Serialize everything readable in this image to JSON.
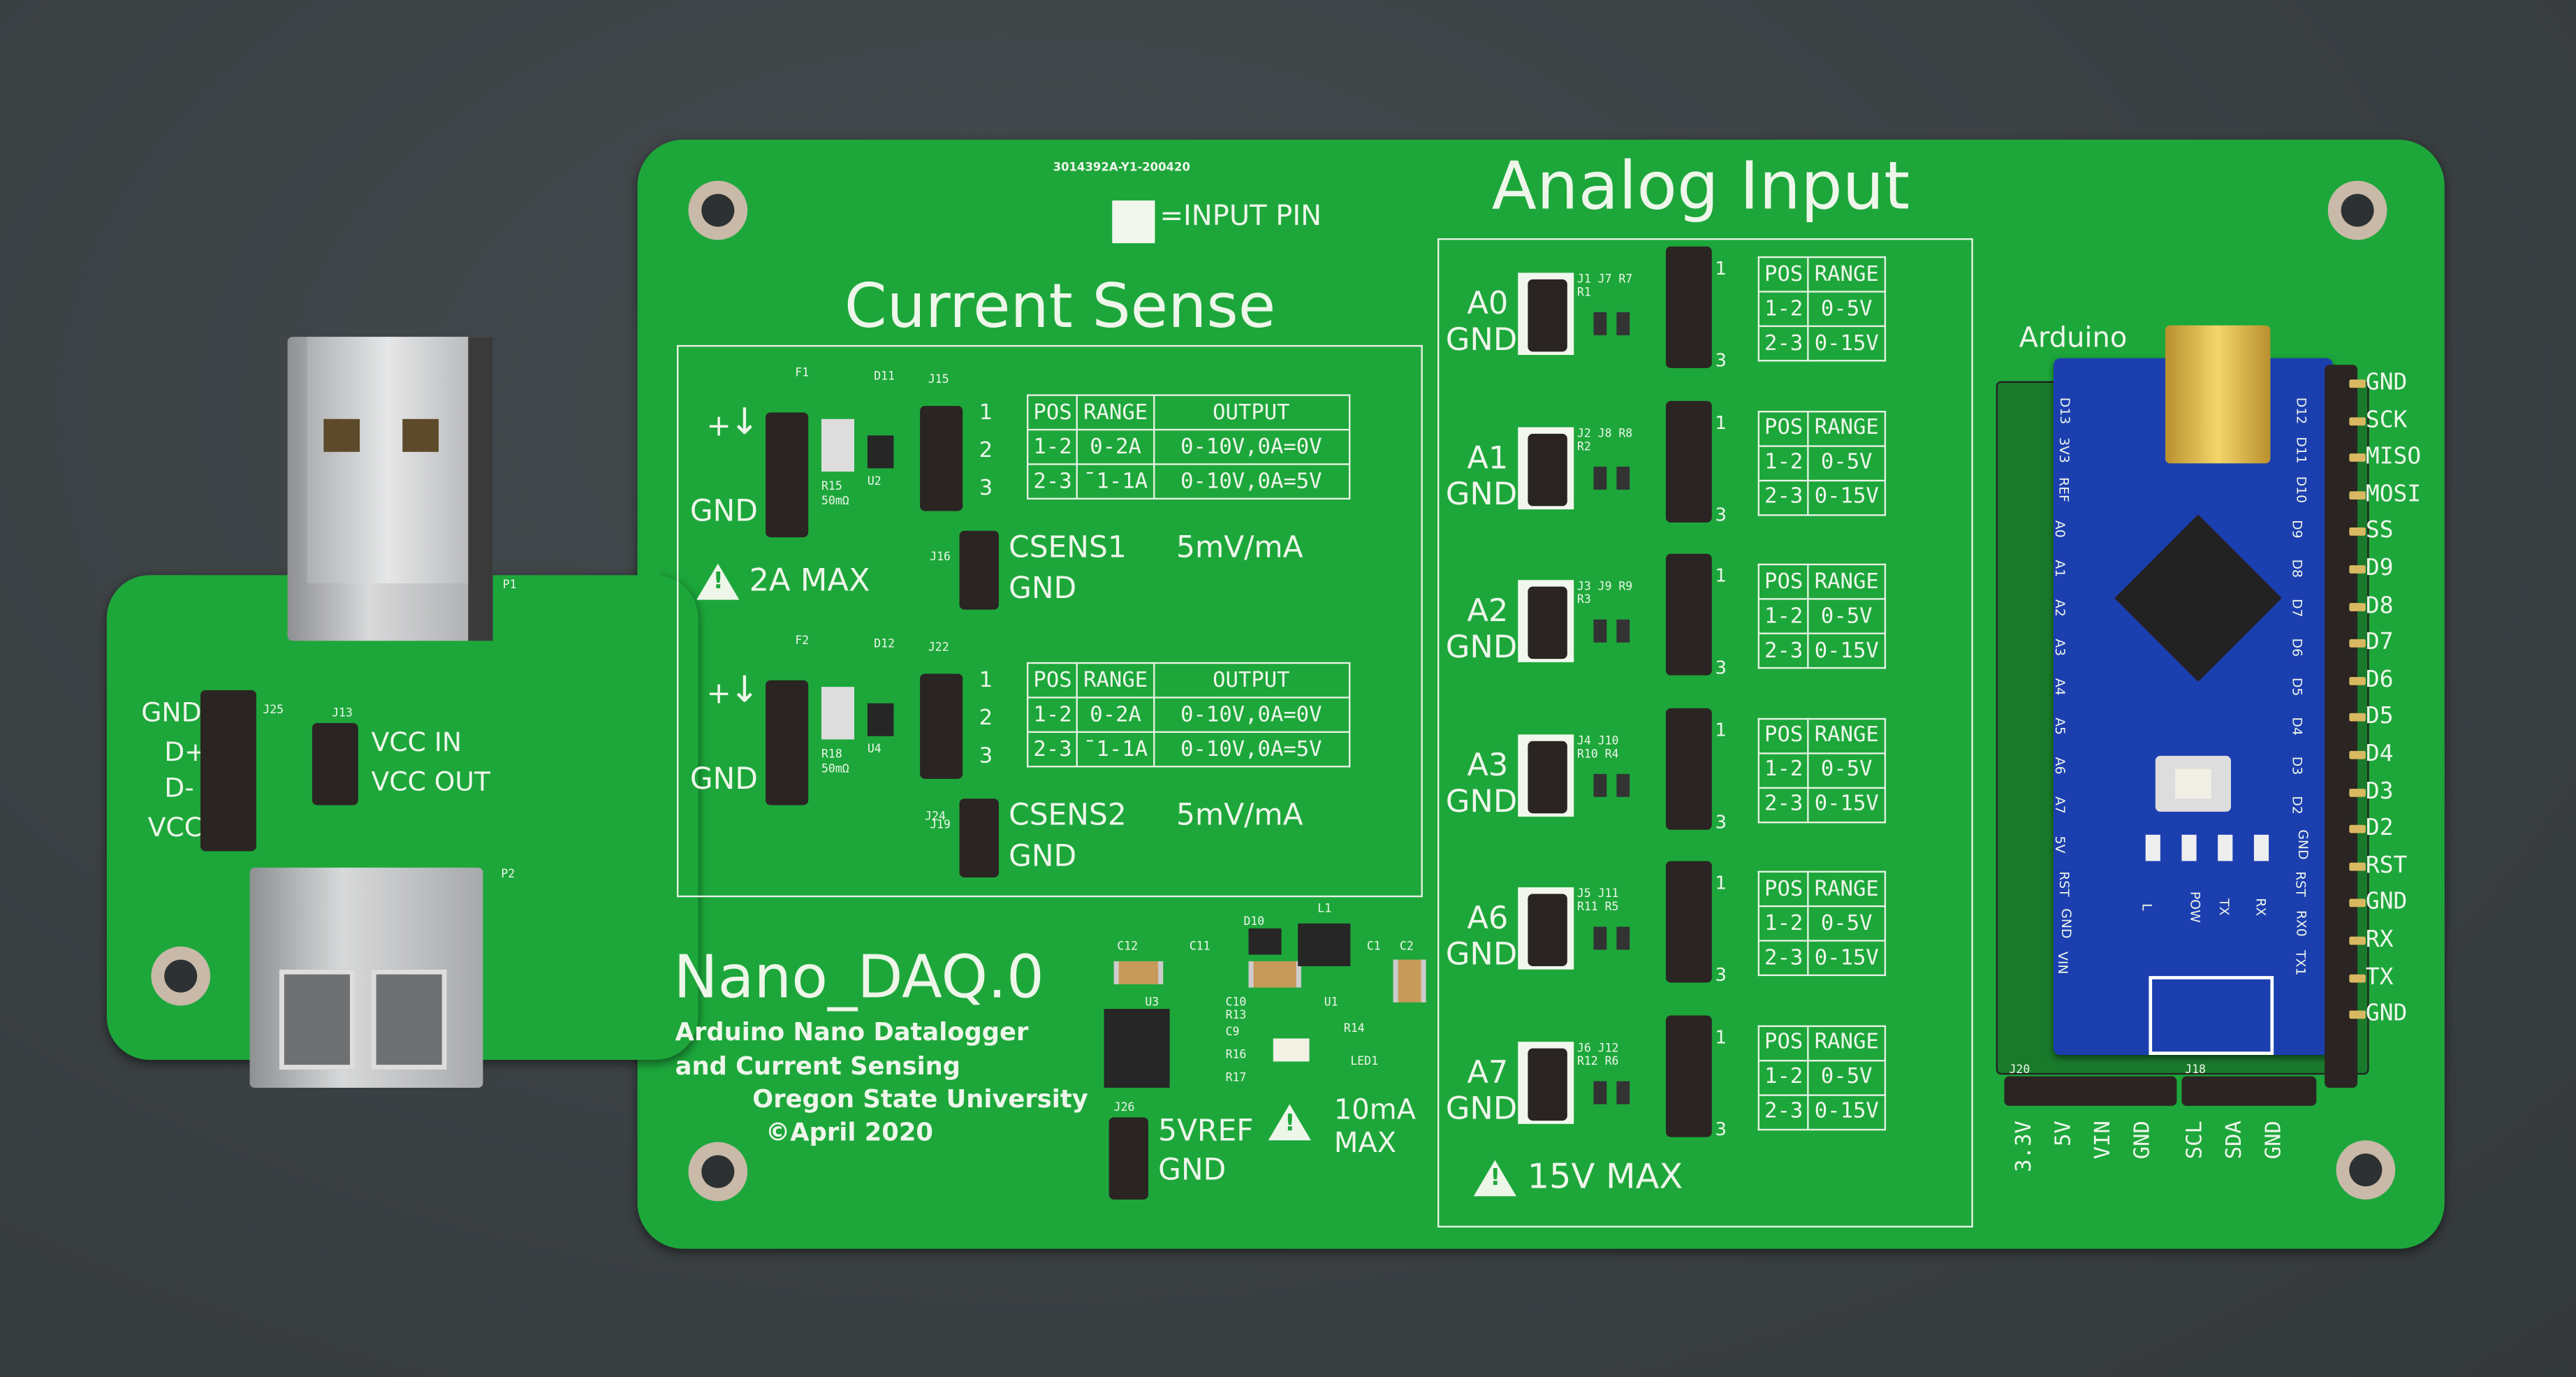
{
  "board": {
    "part_number": "3014392A-Y1-200420",
    "input_pin_legend": "=INPUT PIN",
    "name": "Nano_DAQ.0",
    "description_line1": "Arduino Nano Datalogger",
    "description_line2": "and Current Sensing",
    "institution": "Oregon State University",
    "date": "©April 2020"
  },
  "usb_header": {
    "pins": [
      "GND",
      "D+",
      "D-",
      "VCC"
    ],
    "ref": "J25",
    "vcc_ref": "J13",
    "vcc_in": "VCC IN",
    "vcc_out": "VCC OUT",
    "ref_p1": "P1",
    "ref_p2": "P2"
  },
  "current_sense": {
    "title": "Current Sense",
    "max_warning": "2A MAX",
    "channels": [
      {
        "plus": "+",
        "gnd": "GND",
        "out_label": "CSENS1",
        "scale": "5mV/mA",
        "out_gnd": "GND",
        "refs": [
          "F1",
          "D11",
          "J15",
          "R15",
          "50mΩ",
          "U2",
          "J16"
        ]
      },
      {
        "plus": "+",
        "gnd": "GND",
        "out_label": "CSENS2",
        "scale": "5mV/mA",
        "out_gnd": "GND",
        "refs": [
          "F2",
          "D12",
          "J22",
          "R18",
          "50mΩ",
          "U4",
          "J19",
          "J24"
        ]
      }
    ],
    "jumper_numbers": [
      "1",
      "2",
      "3"
    ],
    "table": {
      "headers": [
        "POS",
        "RANGE",
        "OUTPUT"
      ],
      "rows": [
        [
          "1-2",
          "0-2A",
          "0-10V,0A=0V"
        ],
        [
          "2-3",
          "¯1-1A",
          "0-10V,0A=5V"
        ]
      ]
    }
  },
  "analog_input": {
    "title": "Analog Input",
    "max_warning": "15V MAX",
    "table_headers": [
      "POS",
      "RANGE"
    ],
    "table_rows": [
      [
        "1-2",
        "0-5V"
      ],
      [
        "2-3",
        "0-15V"
      ]
    ],
    "channels": [
      {
        "name": "A0",
        "gnd": "GND",
        "refs": "J1 J7 R7 R1"
      },
      {
        "name": "A1",
        "gnd": "GND",
        "refs": "J2 J8 R8 R2"
      },
      {
        "name": "A2",
        "gnd": "GND",
        "refs": "J3 J9 R9 R3"
      },
      {
        "name": "A3",
        "gnd": "GND",
        "refs": "J4 J10 R10 R4"
      },
      {
        "name": "A6",
        "gnd": "GND",
        "refs": "J5 J11 R11 R5"
      },
      {
        "name": "A7",
        "gnd": "GND",
        "refs": "J6 J12 R12 R6"
      }
    ]
  },
  "reference": {
    "label": "5VREF",
    "gnd": "GND",
    "ref": "J26",
    "warning_line1": "10mA",
    "warning_line2": "MAX",
    "parts": [
      "C12",
      "C11",
      "D10",
      "L1",
      "C1",
      "C2",
      "U3",
      "C10",
      "U1",
      "R13",
      "C9",
      "R14",
      "R16",
      "R17",
      "LED1"
    ]
  },
  "arduino": {
    "label": "Arduino",
    "right_pins": [
      "GND",
      "SCK",
      "MISO",
      "MOSI",
      "SS",
      "D9",
      "D8",
      "D7",
      "D6",
      "D5",
      "D4",
      "D3",
      "D2",
      "RST",
      "GND",
      "RX",
      "TX",
      "GND"
    ],
    "bottom_pins": [
      "3.3V",
      "5V",
      "VIN",
      "GND",
      "SCL",
      "SDA",
      "GND"
    ],
    "bottom_refs": [
      "J20",
      "J18"
    ],
    "nano_pins_left": [
      "D13",
      "3V3",
      "REF",
      "A0",
      "A1",
      "A2",
      "A3",
      "A4",
      "A5",
      "A6",
      "A7",
      "5V",
      "RST",
      "GND",
      "VIN"
    ],
    "nano_pins_right": [
      "D12",
      "D11",
      "D10",
      "D9",
      "D8",
      "D7",
      "D6",
      "D5",
      "D4",
      "D3",
      "D2",
      "GND",
      "RST",
      "RX0",
      "TX1"
    ],
    "leds": [
      "L",
      "POW",
      "TX",
      "RX"
    ]
  },
  "colors": {
    "pcb": "#1da73b",
    "silkscreen": "#eef6ea",
    "background": "#3b4043",
    "nano": "#1c3fb0"
  }
}
